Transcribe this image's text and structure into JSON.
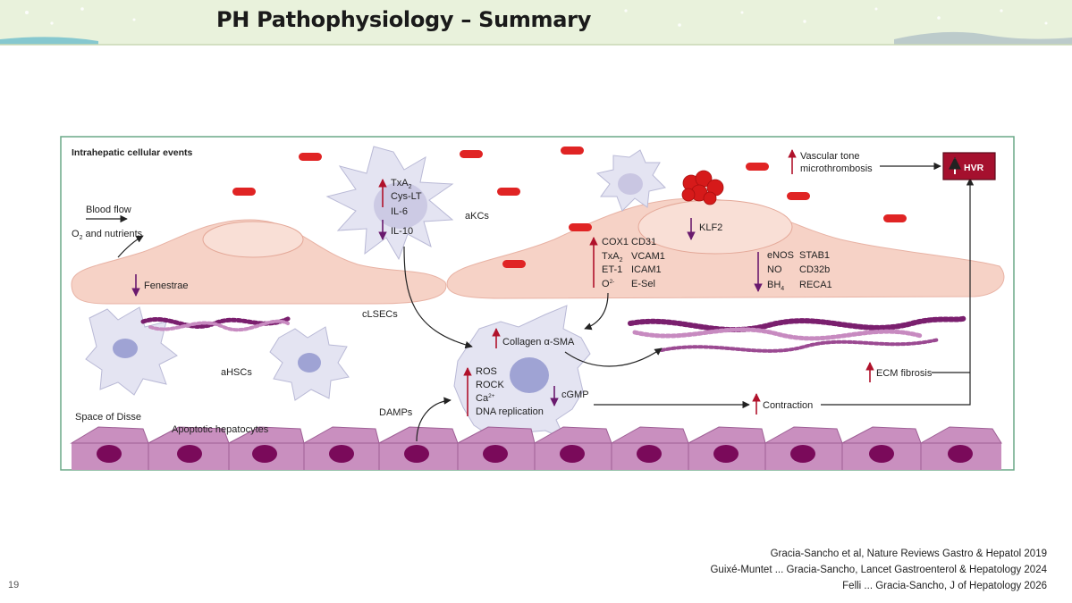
{
  "slide": {
    "title": "PH Pathophysiology – Summary",
    "page_number": "19",
    "references": [
      "Gracia-Sancho et al, Nature Reviews Gastro & Hepatol 2019",
      "Guixé-Muntet ... Gracia-Sancho, Lancet Gastroenterol & Hepatology 2024",
      "Felli ... Gracia-Sancho, J of Hepatology 2026"
    ]
  },
  "figure": {
    "header": "Intrahepatic cellular events",
    "blood_flow": "Blood flow",
    "o2_prefix": "O",
    "o2_sub": "2",
    "o2_suffix": " and nutrients",
    "fenestrae": "Fenestrae",
    "clsecs": "cLSECs",
    "akcs": "aKCs",
    "ahscs": "aHSCs",
    "space_of_disse": "Space of Disse",
    "apoptotic_hepatocytes": "Apoptotic hepatocytes",
    "damps": "DAMPs",
    "kc_up_tx": "TxA",
    "kc_up_tx_sub": "2",
    "kc_up_2": "Cys-LT",
    "kc_up_3": "IL-6",
    "kc_down": "IL-10",
    "lsec_up_col1": [
      "COX1",
      "TxA",
      "ET-1",
      "O"
    ],
    "lsec_tx_sub": "2",
    "lsec_o_sup": "2-",
    "lsec_col2": [
      "CD31",
      "VCAM1",
      "ICAM1",
      "E-Sel"
    ],
    "klf2": "KLF2",
    "lsec_down_col1": [
      "eNOS",
      "NO",
      "BH"
    ],
    "bh_sub": "4",
    "lsec_down_col2": [
      "STAB1",
      "CD32b",
      "RECA1"
    ],
    "hsc_up": "Collagen α-SMA",
    "hsc_up2": [
      "ROS",
      "ROCK",
      "Ca",
      "DNA replication"
    ],
    "ca_sup": "2+",
    "cgmp": "cGMP",
    "vascular_tone": "Vascular tone",
    "microthrombosis": "microthrombosis",
    "hvr": "HVR",
    "ecm_fibrosis": "ECM fibrosis",
    "contraction": "Contraction"
  },
  "colors": {
    "up_arrow": "#b0122b",
    "down_arrow": "#6a1a6e",
    "hvr_box": "#a5102e",
    "rbc": "#e02424",
    "lsec": "#f6d2c6",
    "hepatocyte": "#c98fbf",
    "nucleus": "#7a0a5a",
    "cell_light": "#e4e4f2",
    "frame": "#6aa887"
  }
}
